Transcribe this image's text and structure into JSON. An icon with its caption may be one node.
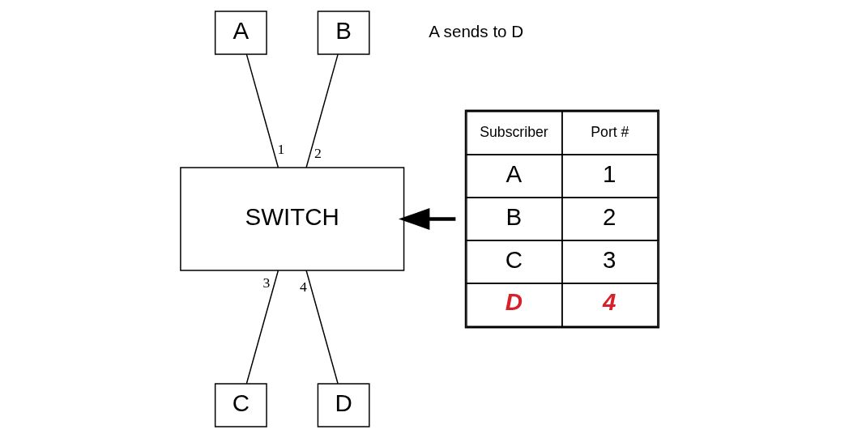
{
  "diagram": {
    "nodes": [
      {
        "text": [
          "A"
        ]
      },
      {
        "text": [
          "B"
        ]
      },
      {
        "text": [
          "SWITCH"
        ]
      },
      {
        "text": [
          "C"
        ]
      },
      {
        "text": [
          "D"
        ]
      },
      {
        "text": [
          "Subscriber",
          "Port #",
          "A",
          "1",
          "B",
          "2",
          "C",
          "3",
          "D",
          "4"
        ]
      }
    ],
    "edges": [
      {
        "from": 0,
        "to": 2,
        "arrow": "none",
        "label": "1"
      },
      {
        "from": 1,
        "to": 2,
        "arrow": "none",
        "label": "2"
      },
      {
        "from": 2,
        "to": 3,
        "arrow": "none",
        "label": "3"
      },
      {
        "from": 2,
        "to": 4,
        "arrow": "none",
        "label": "4"
      },
      {
        "from": 5,
        "to": 2,
        "arrow": "to",
        "style": "thick"
      }
    ],
    "labels": [
      "A sends to D"
    ]
  }
}
